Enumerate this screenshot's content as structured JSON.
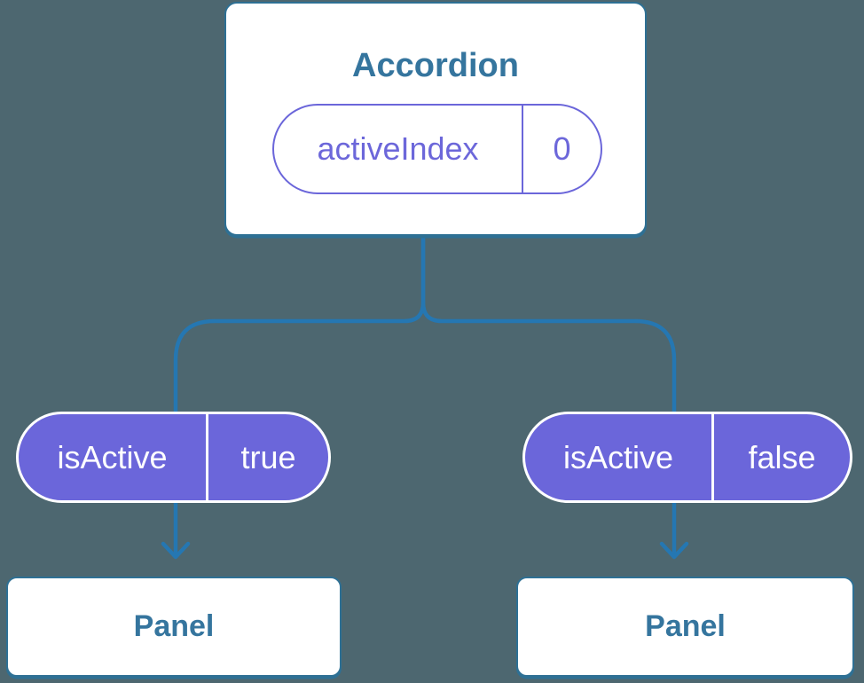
{
  "diagram": {
    "root": {
      "title": "Accordion",
      "state": {
        "name": "activeIndex",
        "value": "0"
      }
    },
    "branches": [
      {
        "prop": {
          "name": "isActive",
          "value": "true"
        },
        "panel": {
          "label": "Panel"
        }
      },
      {
        "prop": {
          "name": "isActive",
          "value": "false"
        },
        "panel": {
          "label": "Panel"
        }
      }
    ],
    "colors": {
      "background": "#4d6770",
      "connector_blue": "#2577b2",
      "card_border_blue": "#2e7094",
      "text_blue": "#35759e",
      "purple": "#6b66da",
      "pill_text_white": "#ffffff"
    }
  }
}
